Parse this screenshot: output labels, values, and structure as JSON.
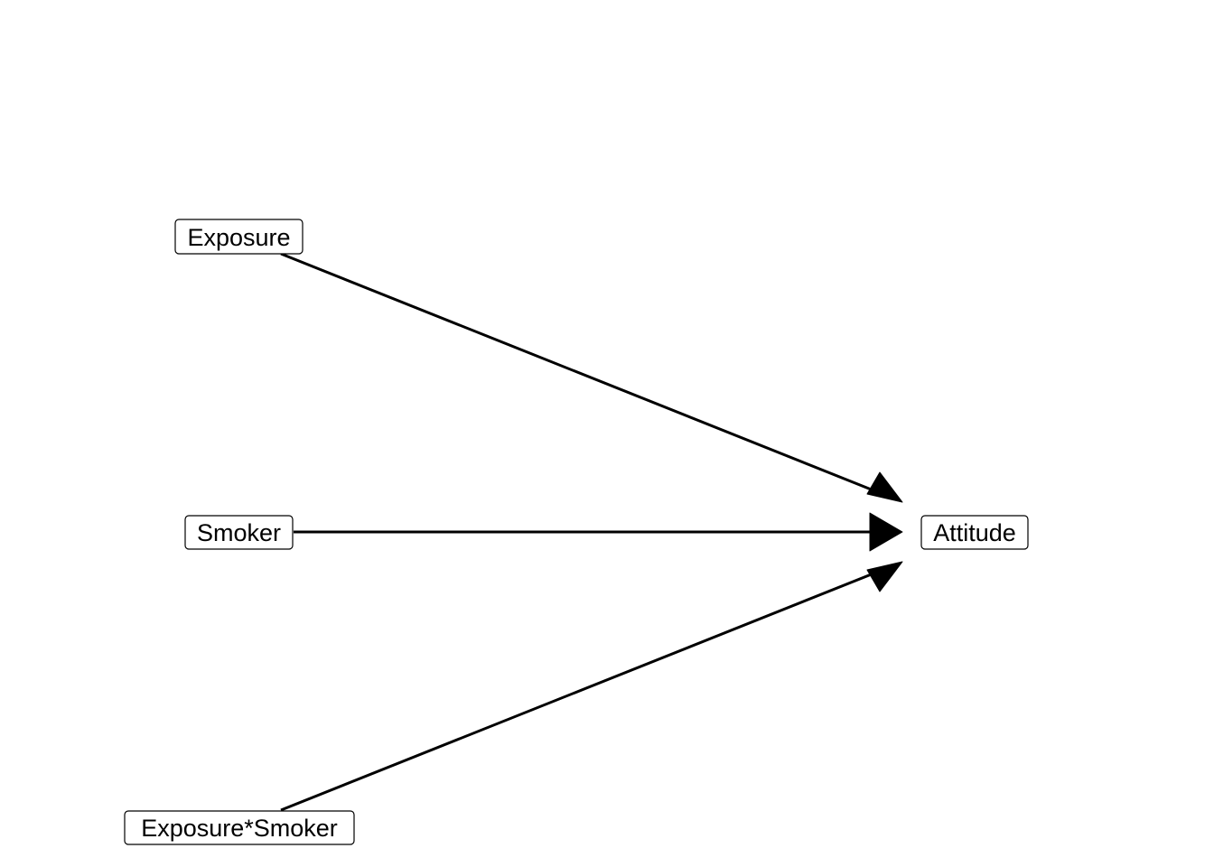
{
  "diagram": {
    "type": "path-diagram",
    "nodes": [
      {
        "id": "exposure",
        "label": "Exposure"
      },
      {
        "id": "smoker",
        "label": "Smoker"
      },
      {
        "id": "interaction",
        "label": "Exposure*Smoker"
      },
      {
        "id": "attitude",
        "label": "Attitude"
      }
    ],
    "edges": [
      {
        "from": "exposure",
        "to": "attitude",
        "directed": true
      },
      {
        "from": "smoker",
        "to": "attitude",
        "directed": true
      },
      {
        "from": "interaction",
        "to": "attitude",
        "directed": true
      }
    ],
    "colors": {
      "line": "#000000",
      "box_fill": "#ffffff",
      "box_stroke": "#000000",
      "background": "#ffffff"
    }
  }
}
